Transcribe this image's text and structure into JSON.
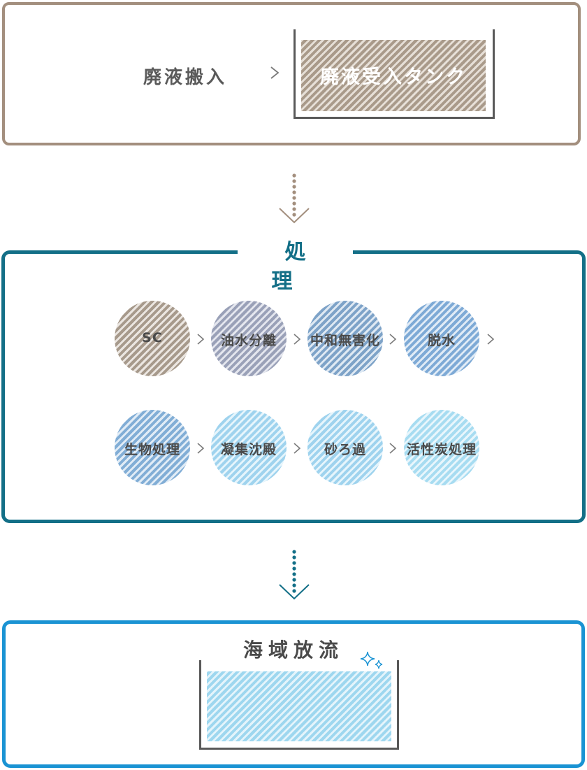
{
  "intake": {
    "label": "廃液搬入",
    "tank_label": "廃液受入タンク",
    "border_color": "#a38f7e",
    "tank_fill_color": "#a99a8a"
  },
  "treatment": {
    "title": "処理",
    "border_color": "#136f87",
    "steps": [
      {
        "label": "SC",
        "color": "#a79a8c"
      },
      {
        "label": "油水分離",
        "color": "#9aa1b8"
      },
      {
        "label": "中和無害化",
        "color": "#7ea3c8"
      },
      {
        "label": "脱水",
        "color": "#7eaad6"
      },
      {
        "label": "生物処理",
        "color": "#82aed6"
      },
      {
        "label": "凝集沈殿",
        "color": "#9fd3ee"
      },
      {
        "label": "砂ろ過",
        "color": "#9fd3ee"
      },
      {
        "label": "活性炭処理",
        "color": "#a7dcf1"
      }
    ]
  },
  "discharge": {
    "label": "海域放流",
    "border_color": "#1a93d3",
    "tank_fill_color": "#9ed7ef"
  },
  "icons": {
    "step_arrow": "chevron-right-icon",
    "flow_arrow": "arrow-down-icon",
    "clean": "sparkle-icon"
  }
}
